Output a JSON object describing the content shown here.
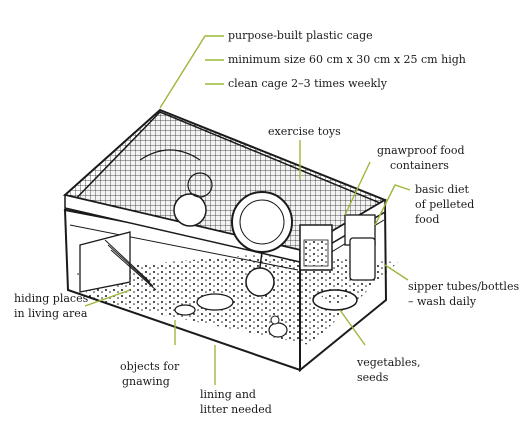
{
  "labels": {
    "purpose_built_cage": "purpose-built plastic cage",
    "minimum_size": "minimum size 60 cm x 30 cm x 25 cm high",
    "clean_cage": "clean cage 2–3 times weekly",
    "exercise_toys": "exercise toys",
    "gnawproof_food_containers": [
      "gnawproof food",
      "containers"
    ],
    "basic_diet": [
      "basic diet",
      "of pelleted",
      "food"
    ],
    "sipper_tubes": [
      "sipper tubes/bottles",
      "– wash daily"
    ],
    "hiding_places": [
      "hiding places",
      "in living area"
    ],
    "objects_for_gnawing": [
      "objects for",
      "gnawing"
    ],
    "lining_and_litter": [
      "lining and",
      "litter needed"
    ],
    "vegetables_seeds": [
      "vegetables,",
      "seeds"
    ]
  },
  "colors": {
    "leader_line": "#9bb83a",
    "ink": "#1a1a1a"
  }
}
